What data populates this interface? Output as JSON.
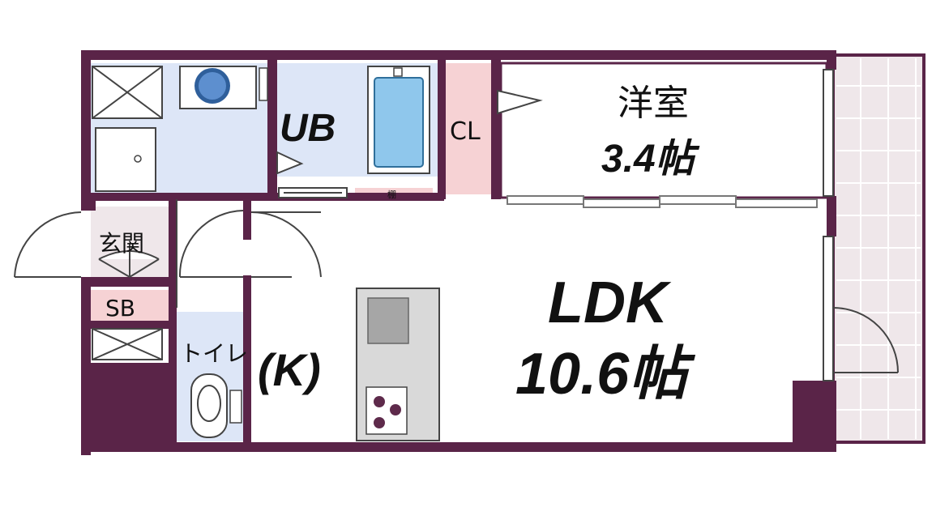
{
  "colors": {
    "wall": "#5a2448",
    "bath_blue": "#dde6f7",
    "tub_blue": "#8fc7ec",
    "closet_pink": "#f6d2d4",
    "balcony": "#efe7ea",
    "kitchen_gray": "#d9d9d9",
    "hob": "#5e2a4b"
  },
  "labels": {
    "ub": "UB",
    "cl": "CL",
    "western_room": "洋室",
    "western_room_size": "3.4帖",
    "entrance": "玄関",
    "sb": "SB",
    "toilet": "トイレ",
    "kitchen": "(K)",
    "ldk": "LDK",
    "ldk_size": "10.6帖",
    "shelf_mark": "棚"
  }
}
